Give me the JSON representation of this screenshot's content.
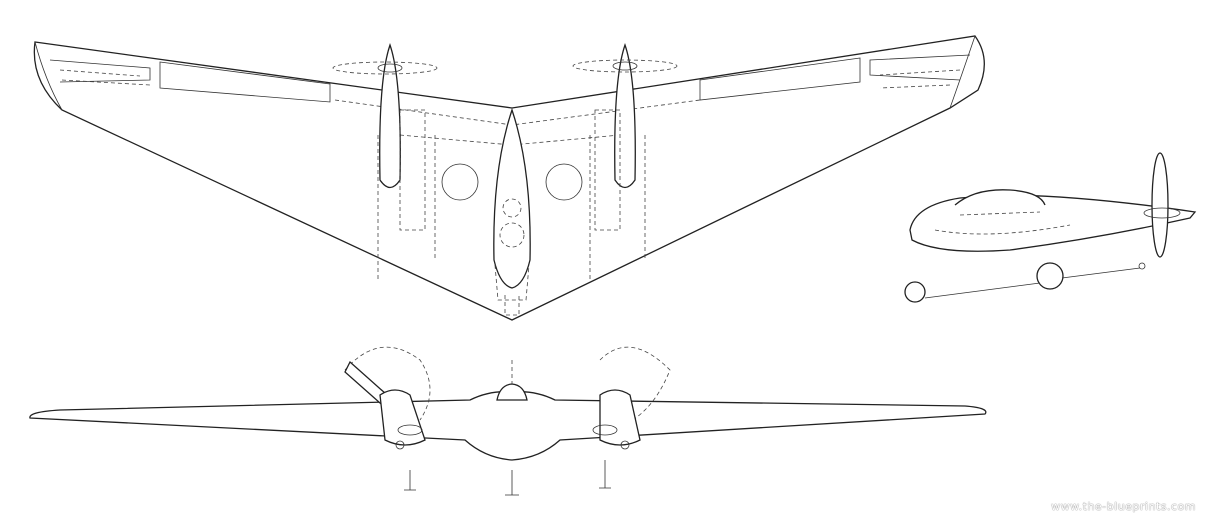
{
  "watermark": "www.the-blueprints.com",
  "views": [
    "top-view",
    "front-view",
    "side-view"
  ]
}
